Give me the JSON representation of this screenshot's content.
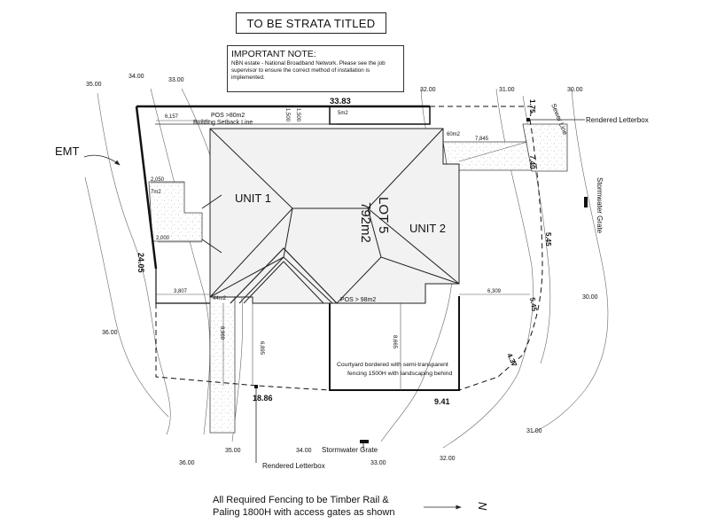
{
  "header": {
    "title": "TO BE STRATA TITLED"
  },
  "note": {
    "heading": "IMPORTANT NOTE:",
    "body": "NBN estate - National Broadband Network. Please see the job supervisor to ensure the correct method of installation is implemented."
  },
  "labels": {
    "emt": "EMT",
    "unit1": "UNIT 1",
    "unit2": "UNIT 2",
    "lot": "LOT 5",
    "area": "792m2",
    "pos_top": "POS >80m2",
    "setback": "Building Setback Line",
    "pos_bottom": "POS > 98m2",
    "courtyard_1": "Courtyard bordered with semi-transparent",
    "courtyard_2": "fencing 1500H with landscaping behind",
    "sewer": "Sewer Line",
    "letterbox_right": "Rendered Letterbox",
    "letterbox_bottom": "Rendered Letterbox",
    "grate_right": "Stormwater Grate",
    "grate_bottom": "Stormwater Grate"
  },
  "boundary_dims": {
    "top": "33.83",
    "top_right": "1.75",
    "right_upper": "7.40",
    "right_mid": "5.45",
    "right_lower": "5.45",
    "right_bottom": "4.37",
    "bottom_right": "9.41",
    "bottom_left": "18.86",
    "left": "24.05"
  },
  "offsets": {
    "d6157": "6,157",
    "d1500": "1,500",
    "d1500b": "1,500",
    "d5m2": "5m2",
    "d60m2": "60m2",
    "d7845": "7,845",
    "d2050": "2,050",
    "d7m2": "7m2",
    "d2000": "2,000",
    "d3807": "3,807",
    "d44m2": "44m2",
    "d6309": "6,309",
    "d8969": "8,969",
    "d6895": "6,895",
    "d8665": "8,665"
  },
  "contours": {
    "c35_left": "35.00",
    "c34_top": "34.00",
    "c33_top": "33.00",
    "c32_top": "32.00",
    "c31_top": "31.00",
    "c30_top": "30.00",
    "c36_left": "36.00",
    "c30_right": "30.00",
    "c31_bottom": "31.00",
    "c36_bottom": "36.00",
    "c35_bottom": "35.00",
    "c34_bottom": "34.00",
    "c33_bottom": "33.00",
    "c32_bottom": "32.00"
  },
  "footer": {
    "line1": "All Required Fencing to be Timber Rail &",
    "line2": "Paling 1800H with access gates as shown",
    "north": "N"
  }
}
